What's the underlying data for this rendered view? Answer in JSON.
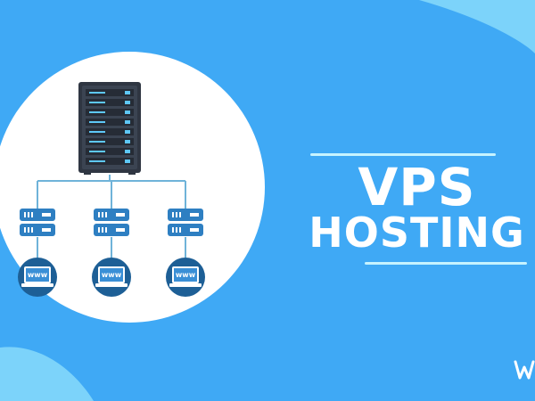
{
  "headline": {
    "line1": "VPS",
    "line2": "HOSTING"
  },
  "devices": [
    {
      "screen_text": "www"
    },
    {
      "screen_text": "www"
    },
    {
      "screen_text": "www"
    }
  ],
  "logo": {
    "glyph": "W"
  },
  "colors": {
    "background": "#3fa9f5",
    "background_swoosh": "#7cd3fa",
    "circle": "#ffffff",
    "server_body": "#2f3642",
    "server_led": "#5ec8f7",
    "connector_line": "#6fb3d9",
    "node_fill": "#2e7fc2",
    "laptop_screen": "#3a8fd6",
    "text": "#ffffff",
    "accent_bar": "#c6f3ff"
  }
}
